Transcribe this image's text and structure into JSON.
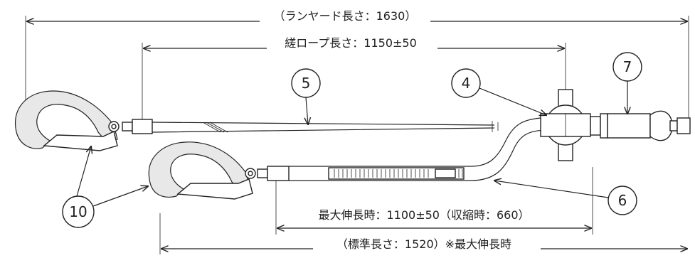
{
  "dimensions": {
    "lanyard_length": "（ランヤード長さ：1630）",
    "rope_length": "縒ロープ長さ：1150±50",
    "max_extension": "最大伸長時：1100±50（収縮時：660）",
    "standard_length": "（標準長さ：1520）※最大伸長時"
  },
  "callouts": [
    "5",
    "4",
    "7",
    "6",
    "10"
  ]
}
